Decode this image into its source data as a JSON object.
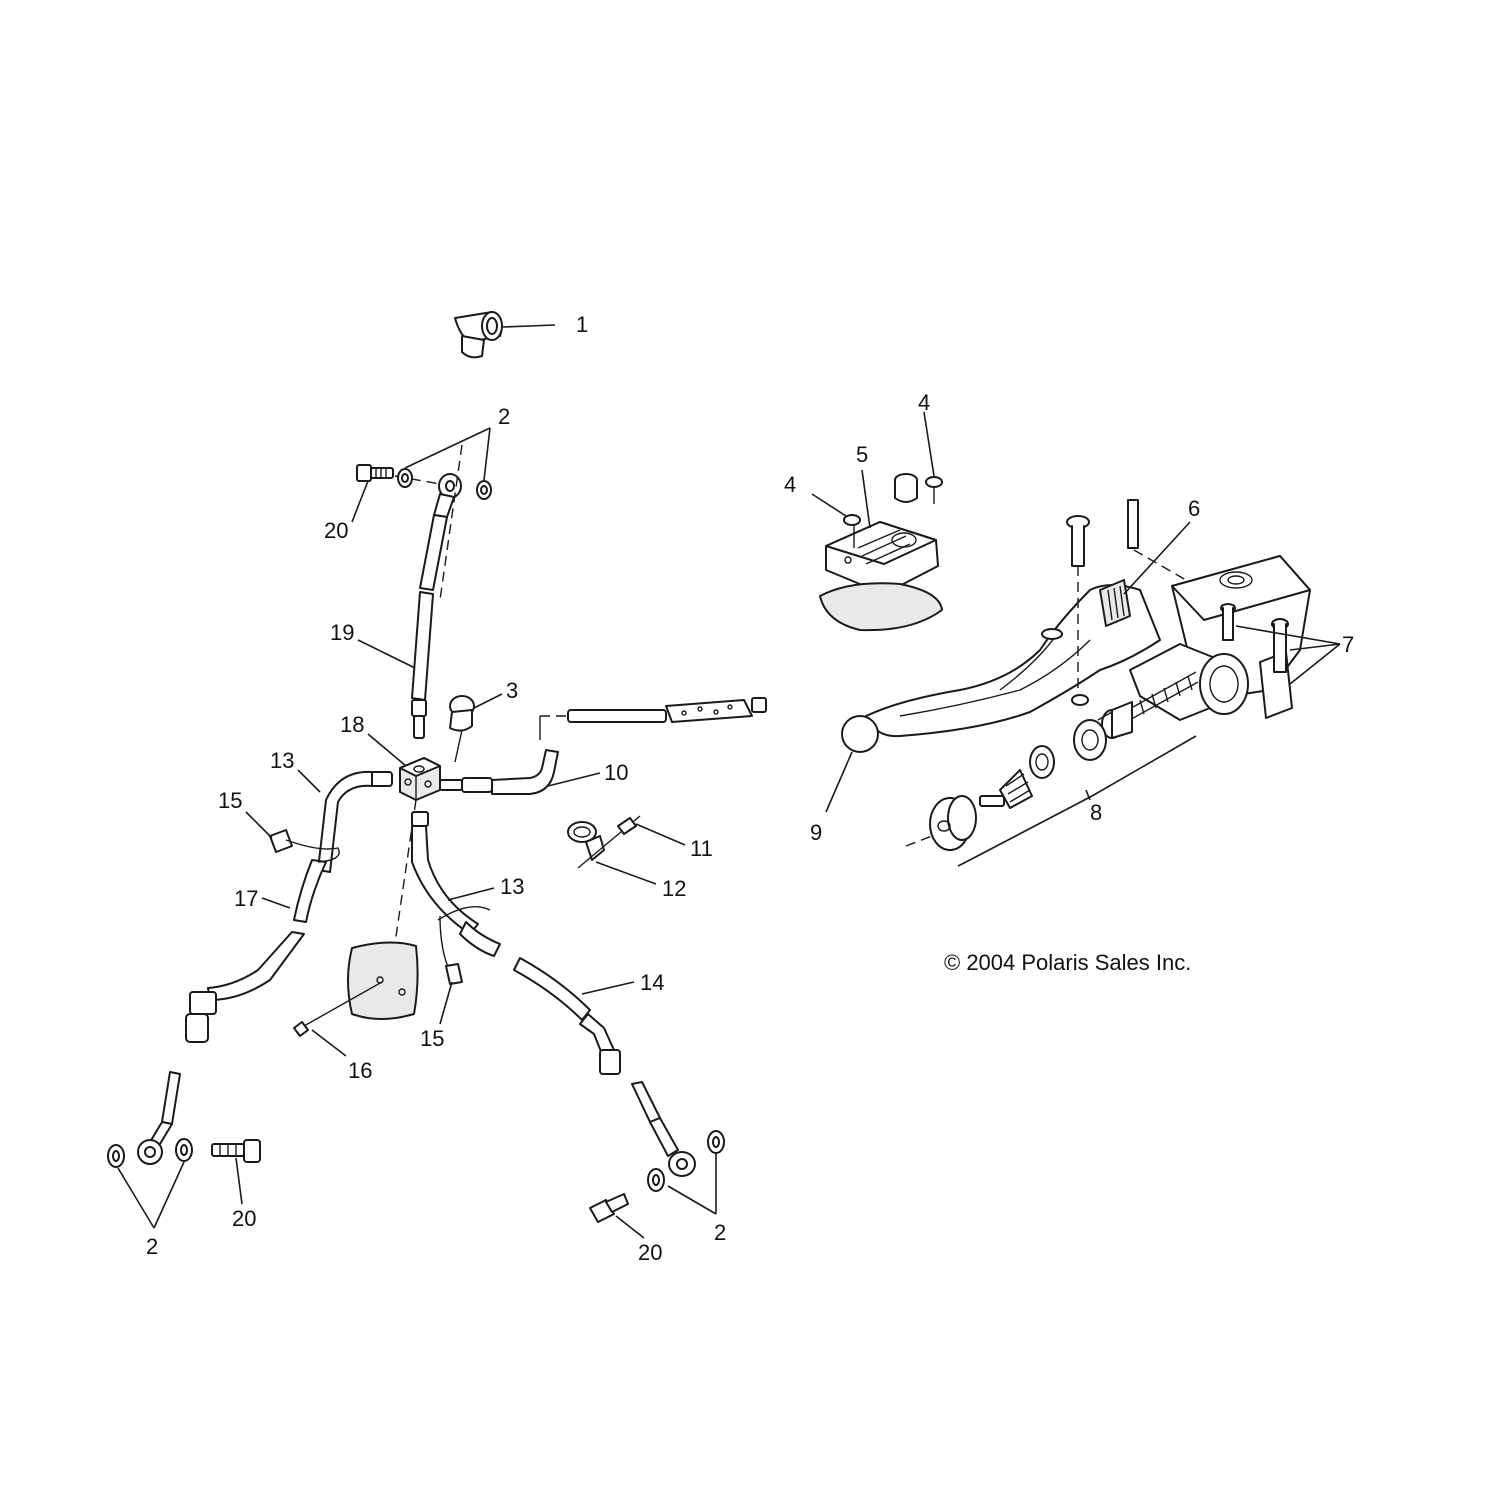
{
  "callouts": {
    "c1": "1",
    "c2_top": "2",
    "c2_left": "2",
    "c2_right": "2",
    "c3": "3",
    "c4_left": "4",
    "c4_top": "4",
    "c5": "5",
    "c6": "6",
    "c7": "7",
    "c8": "8",
    "c9": "9",
    "c10": "10",
    "c11": "11",
    "c12": "12",
    "c13_left": "13",
    "c13_right": "13",
    "c14": "14",
    "c15_left": "15",
    "c15_bottom": "15",
    "c16": "16",
    "c17": "17",
    "c18": "18",
    "c19": "19",
    "c20_top": "20",
    "c20_left": "20",
    "c20_right": "20"
  },
  "copyright": "© 2004 Polaris Sales Inc."
}
